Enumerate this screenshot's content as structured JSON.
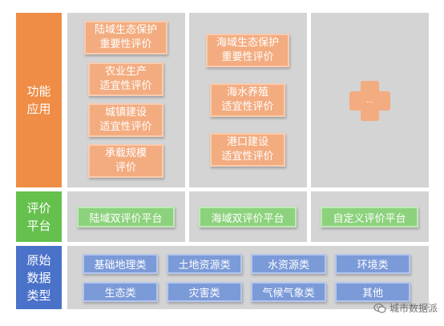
{
  "colors": {
    "orange": "#ef8c45",
    "green": "#65c04d",
    "blue": "#4a72c9",
    "panel": "#d4d4d4"
  },
  "rows": {
    "application": {
      "label": "功能\n应用"
    },
    "platform": {
      "label": "评价\n平台"
    },
    "data": {
      "label": "原始\n数据\n类型"
    }
  },
  "application": {
    "land": [
      "陆域生态保护\n重要性评价",
      "农业生产\n适宜性评价",
      "城镇建设\n适宜性评价",
      "承载规模\n评价"
    ],
    "sea": [
      "海域生态保护\n重要性评价",
      "海水养殖\n适宜性评价",
      "港口建设\n适宜性评价"
    ],
    "custom_glyph": "..."
  },
  "platforms": [
    "陆域双评价平台",
    "海域双评价平台",
    "自定义评价平台"
  ],
  "data_types": [
    "基础地理类",
    "土地资源类",
    "水资源类",
    "环境类",
    "生态类",
    "灾害类",
    "气候气象类",
    "其他"
  ],
  "watermark": "城市数据派"
}
